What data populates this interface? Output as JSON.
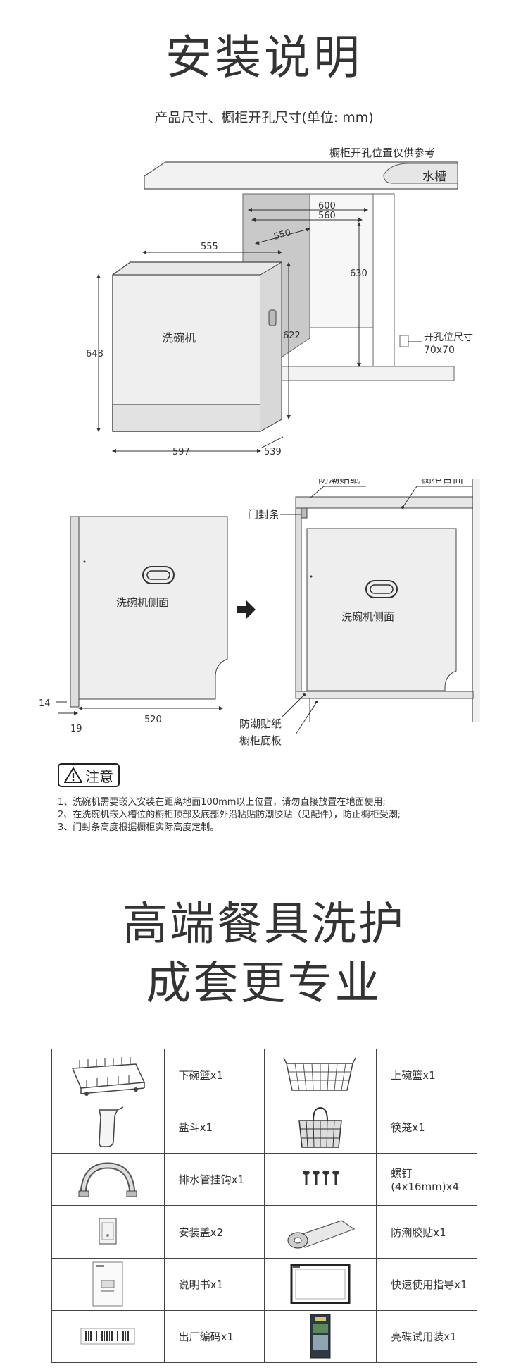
{
  "header": {
    "title": "安装说明",
    "subtitle": "产品尺寸、橱柜开孔尺寸(单位: mm)"
  },
  "diagram1": {
    "reference_note": "橱柜开孔位置仅供参考",
    "sink_label": "水槽",
    "appliance_label": "洗碗机",
    "hole_note_line1": "开孔位尺寸",
    "hole_note_line2": "70x70",
    "dims": {
      "d600": "600",
      "d560": "560",
      "d550": "550",
      "d555": "555",
      "d630": "630",
      "d622": "622",
      "d648": "648",
      "d597": "597",
      "d539": "539"
    }
  },
  "diagram2": {
    "side_label_left": "洗碗机侧面",
    "side_label_right": "洗碗机侧面",
    "moisture_top": "防潮贴纸",
    "countertop": "橱柜台面",
    "door_strip": "门封条",
    "moisture_bottom": "防潮贴纸",
    "cabinet_bottom": "橱柜底板",
    "dims": {
      "d14": "14",
      "d19": "19",
      "d520": "520"
    }
  },
  "attention": {
    "label": "注意",
    "notes": [
      "1、洗碗机需要嵌入安装在距离地面100mm以上位置，请勿直接放置在地面使用;",
      "2、在洗碗机嵌入槽位的橱柜顶部及底部外沿粘贴防潮胶贴（见配件），防止橱柜受潮;",
      "3、门封条高度根据橱柜实际高度定制。"
    ]
  },
  "slogan": {
    "line1": "高端餐具洗护",
    "line2": "成套更专业"
  },
  "accessories": [
    {
      "left_icon": "lower-basket-icon",
      "left": "下碗篮x1",
      "right_icon": "upper-basket-icon",
      "right": "上碗篮x1"
    },
    {
      "left_icon": "salt-funnel-icon",
      "left": "盐斗x1",
      "right_icon": "cutlery-basket-icon",
      "right": "筷笼x1"
    },
    {
      "left_icon": "drain-hose-hook-icon",
      "left": "排水管挂钩x1",
      "right_icon": "screws-icon",
      "right": "螺钉(4x16mm)x4"
    },
    {
      "left_icon": "mounting-cover-icon",
      "left": "安装盖x2",
      "right_icon": "moisture-tape-roll-icon",
      "right": "防潮胶贴x1"
    },
    {
      "left_icon": "manual-booklet-icon",
      "left": "说明书x1",
      "right_icon": "quick-guide-card-icon",
      "right": "快速使用指导x1"
    },
    {
      "left_icon": "barcode-label-icon",
      "left": "出厂编码x1",
      "right_icon": "rinse-aid-sample-icon",
      "right": "亮碟试用装x1"
    }
  ]
}
